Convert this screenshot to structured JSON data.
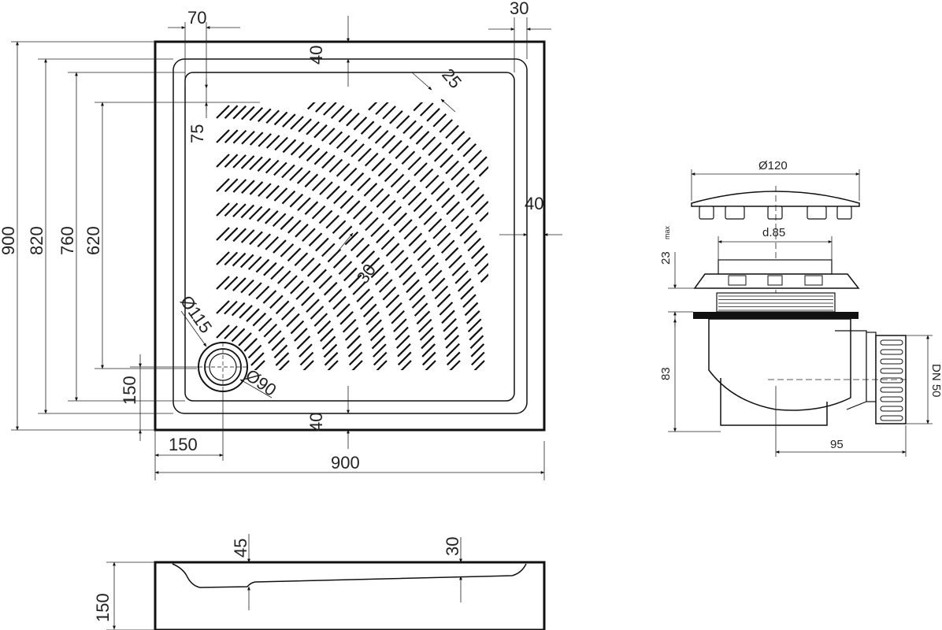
{
  "plan": {
    "top_70": "70",
    "top_30": "30",
    "rim_top_40": "40",
    "rim_right_40": "40",
    "rim_bottom_40": "40",
    "corner_25": "25",
    "offset_75": "75",
    "slope_30": "30",
    "outlet_d115": "Ø115",
    "outlet_d90": "Ø90",
    "height_900": "900",
    "height_820": "820",
    "height_760": "760",
    "height_620": "620",
    "outlet_offset_150": "150",
    "bottom_150": "150",
    "bottom_900": "900"
  },
  "waste": {
    "cap_d120": "Ø120",
    "body_d85": "d.85",
    "height_23": "23",
    "height_23_suffix": "max",
    "height_83": "83",
    "width_95": "95",
    "outlet_dn50": "DN 50"
  },
  "section": {
    "top_45": "45",
    "top_30": "30",
    "height_150": "150"
  }
}
